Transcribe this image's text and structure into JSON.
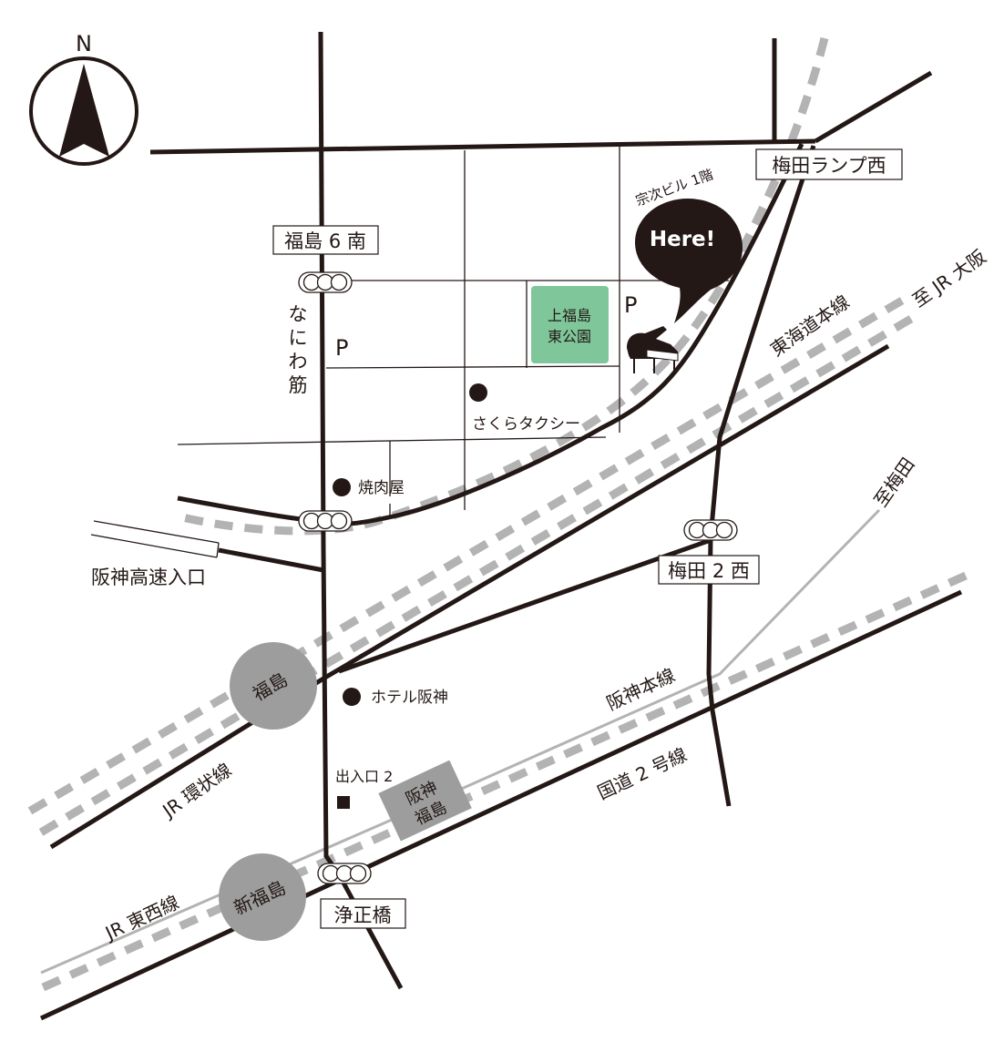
{
  "compass": {
    "label": "N"
  },
  "here_marker": {
    "label": "Here!",
    "building_label": "宗次ビル 1階"
  },
  "park": {
    "line1": "上福島",
    "line2": "東公園",
    "color": "#7fc79a"
  },
  "parking": [
    {
      "label": "P"
    },
    {
      "label": "P"
    }
  ],
  "intersections": {
    "fukushima6minami": "福島 6 南",
    "umeda_ramp_nishi": "梅田ランプ西",
    "umeda2nishi": "梅田 2 西",
    "joshobashi": "浄正橋"
  },
  "streets": {
    "naniwa_suji": [
      "な",
      "に",
      "わ",
      "筋"
    ],
    "hanshin_expressway_entrance": "阪神高速入口",
    "route2": "国道 2 号線"
  },
  "railways": {
    "tokaido": "東海道本線",
    "to_jr_osaka": "至 JR 大阪",
    "to_umeda": "至梅田",
    "hanshin_main": "阪神本線",
    "jr_loop": "JR 環状線",
    "jr_tozai": "JR 東西線"
  },
  "stations": {
    "fukushima": "福島",
    "shin_fukushima": "新福島",
    "hanshin_fukushima_line1": "阪神",
    "hanshin_fukushima_line2": "福島",
    "exit2": "出入口 2"
  },
  "landmarks": {
    "sakura_taxi": "さくらタクシー",
    "yakiniku": "焼肉屋",
    "hotel_hanshin": "ホテル阪神"
  },
  "colors": {
    "ink": "#231815",
    "rail_gray": "#b3b3b3",
    "station_gray": "#9d9d9d",
    "park_green": "#7fc79a"
  }
}
